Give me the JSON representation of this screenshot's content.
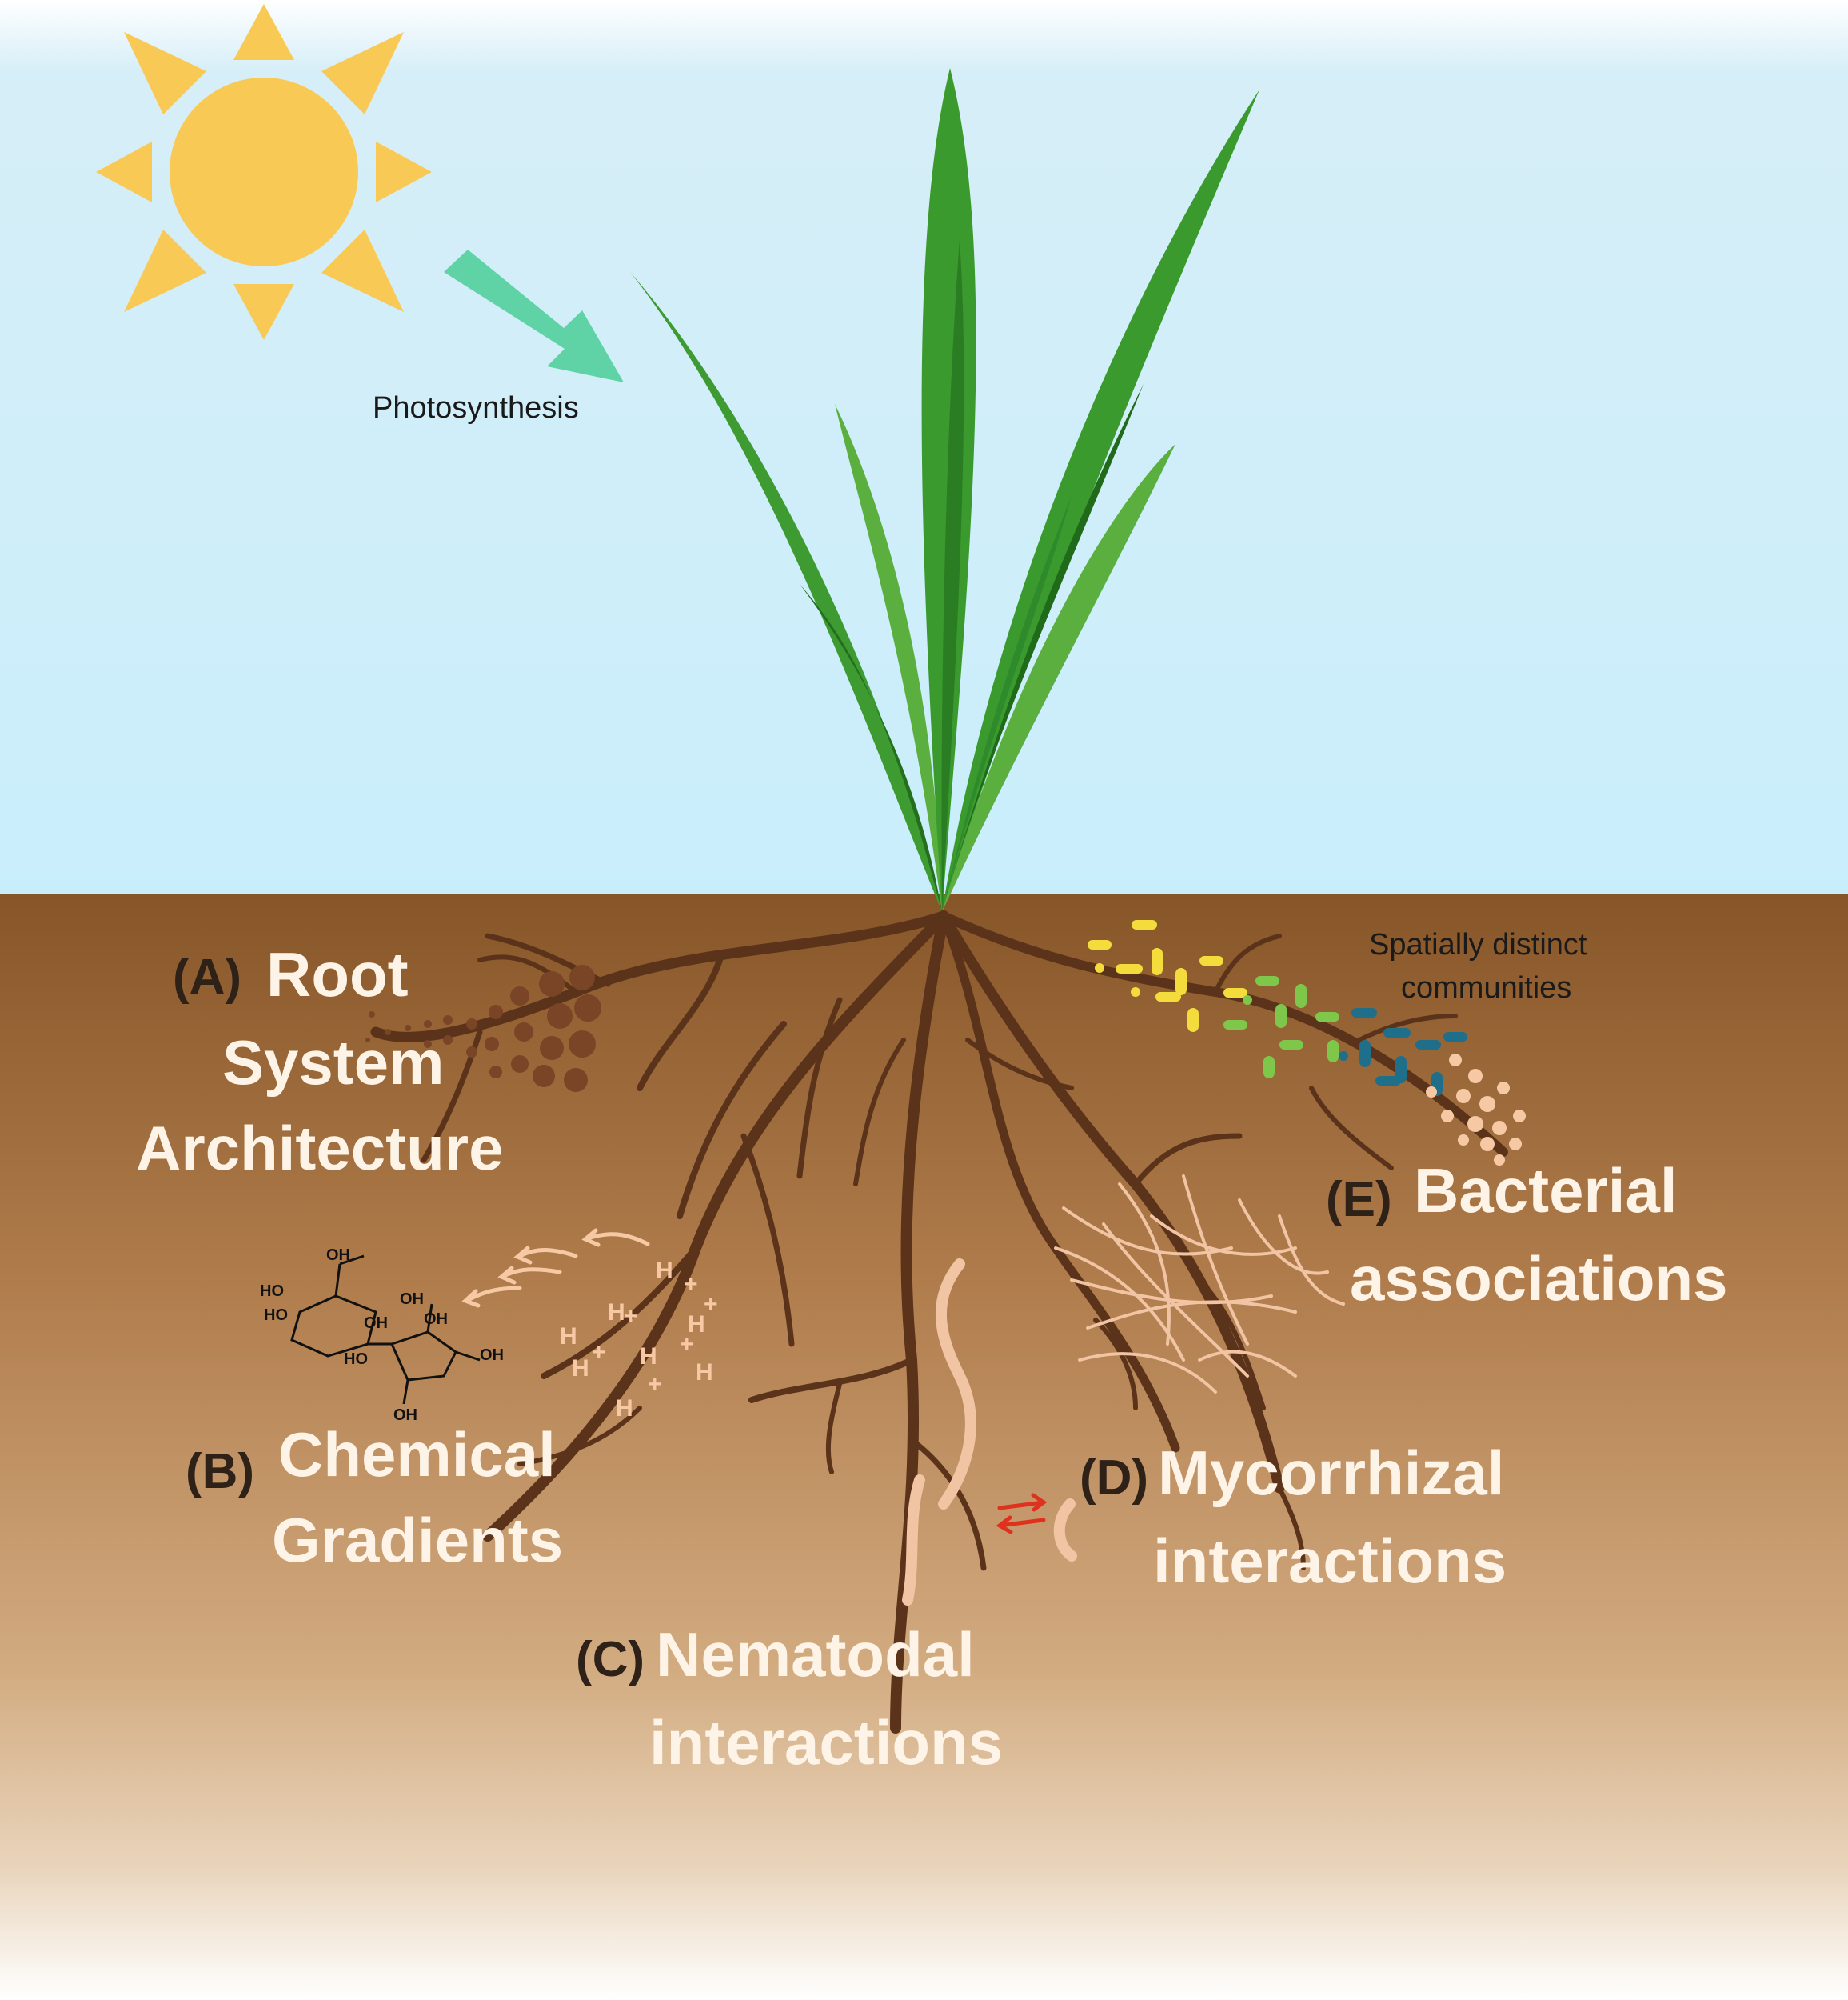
{
  "colors": {
    "sky_top": "#c9e9f6",
    "sky_bottom": "#d3f1fb",
    "soil_top": "#8b5a30",
    "soil_mid": "#b17f52",
    "soil_bottom": "#ffffff",
    "sun": "#f9c955",
    "arrow": "#5fd3a6",
    "leaf_light": "#5aaf3e",
    "leaf_dark": "#2f8a2b",
    "root": "#5a331a",
    "text_light": "#fdf3e6",
    "text_dark": "#2e2118"
  },
  "labels": {
    "photosynthesis": "Photosynthesis",
    "spatial_1": "Spatially distinct",
    "spatial_2": "communities",
    "a_tag": "(A)",
    "a_line1": "Root",
    "a_line2": "System",
    "a_line3": "Architecture",
    "b_tag": "(B)",
    "b_line1": "Chemical",
    "b_line2": "Gradients",
    "c_tag": "(C)",
    "c_line1": "Nematodal",
    "c_line2": "interactions",
    "d_tag": "(D)",
    "d_line1": "Mycorrhizal",
    "d_line2": "interactions",
    "e_tag": "(E)",
    "e_line1": "Bacterial",
    "e_line2": "associations"
  },
  "molecule": {
    "groups": [
      "HO",
      "HO",
      "OH",
      "OH",
      "OH",
      "OH",
      "HO",
      "OH",
      "OH"
    ]
  }
}
